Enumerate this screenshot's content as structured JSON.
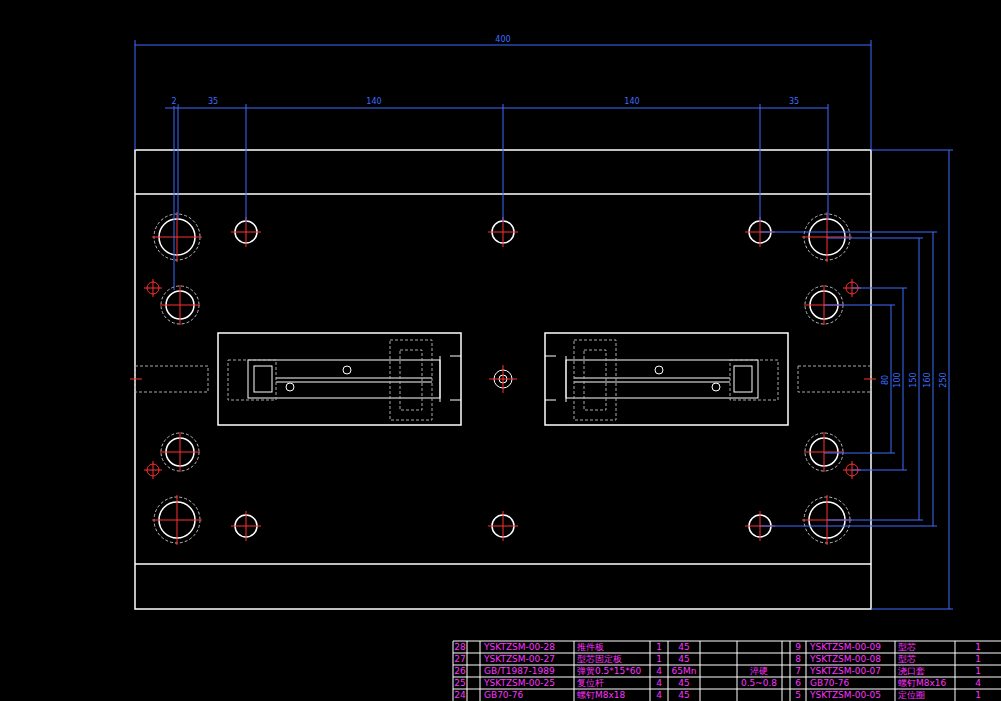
{
  "diagram": {
    "labels": [
      "400",
      "2",
      "35",
      "140",
      "140",
      "35",
      "80",
      "100",
      "150",
      "160",
      "250",
      "28",
      "YSKTZSM-00-28",
      "推件板",
      "1",
      "45",
      "27",
      "YSKTZSM-00-27",
      "型芯固定板",
      "1",
      "45",
      "26",
      "GB/T1987-1989",
      "弹簧0.5*15*60",
      "4",
      "65Mn",
      "淬硬",
      "25",
      "YSKTZSM-00-25",
      "复位杆",
      "4",
      "45",
      "0.5~0.8",
      "24",
      "GB70-76",
      "螺钉M8x18",
      "4",
      "45",
      "9",
      "YSKTZSM-00-09",
      "型芯",
      "1",
      "8",
      "YSKTZSM-00-08",
      "型芯",
      "1",
      "7",
      "YSKTZSM-00-07",
      "浇口套",
      "1",
      "6",
      "GB70-76",
      "螺钉M8x16",
      "4",
      "5",
      "YSKTZSM-00-05",
      "定位圈",
      "1"
    ]
  }
}
